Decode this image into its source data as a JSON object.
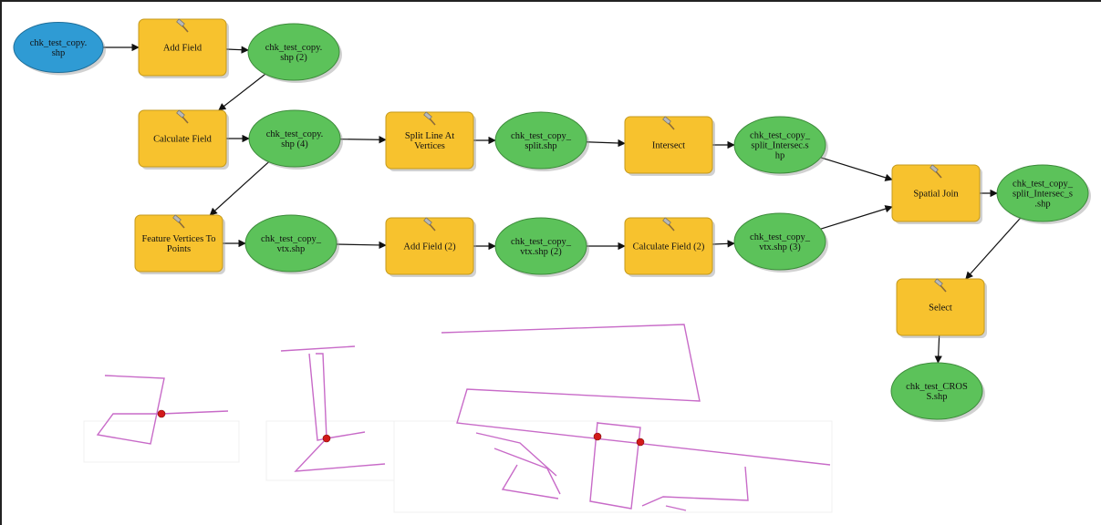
{
  "nodes": [
    {
      "id": "in0",
      "kind": "input",
      "lines": [
        "chk_test_copy.",
        "shp"
      ]
    },
    {
      "id": "t1",
      "kind": "tool",
      "lines": [
        "Add Field"
      ]
    },
    {
      "id": "d1",
      "kind": "data",
      "lines": [
        "chk_test_copy.",
        "shp (2)"
      ]
    },
    {
      "id": "t2",
      "kind": "tool",
      "lines": [
        "Calculate Field"
      ]
    },
    {
      "id": "d2",
      "kind": "data",
      "lines": [
        "chk_test_copy.",
        "shp (4)"
      ]
    },
    {
      "id": "t3",
      "kind": "tool",
      "lines": [
        "Split Line At",
        "Vertices"
      ]
    },
    {
      "id": "d3",
      "kind": "data",
      "lines": [
        "chk_test_copy_",
        "split.shp"
      ]
    },
    {
      "id": "t4",
      "kind": "tool",
      "lines": [
        "Intersect"
      ]
    },
    {
      "id": "d4",
      "kind": "data",
      "lines": [
        "chk_test_copy_",
        "split_Intersec.s",
        "hp"
      ]
    },
    {
      "id": "t5",
      "kind": "tool",
      "lines": [
        "Feature Vertices To",
        "Points"
      ]
    },
    {
      "id": "d5",
      "kind": "data",
      "lines": [
        "chk_test_copy_",
        "vtx.shp"
      ]
    },
    {
      "id": "t6",
      "kind": "tool",
      "lines": [
        "Add Field (2)"
      ]
    },
    {
      "id": "d6",
      "kind": "data",
      "lines": [
        "chk_test_copy_",
        "vtx.shp (2)"
      ]
    },
    {
      "id": "t7",
      "kind": "tool",
      "lines": [
        "Calculate Field (2)"
      ]
    },
    {
      "id": "d7",
      "kind": "data",
      "lines": [
        "chk_test_copy_",
        "vtx.shp (3)"
      ]
    },
    {
      "id": "t8",
      "kind": "tool",
      "lines": [
        "Spatial Join"
      ]
    },
    {
      "id": "d8",
      "kind": "data",
      "lines": [
        "chk_test_copy_",
        "split_Intersec_s",
        ".shp"
      ]
    },
    {
      "id": "t9",
      "kind": "tool",
      "lines": [
        "Select"
      ]
    },
    {
      "id": "d9",
      "kind": "data",
      "lines": [
        "chk_test_CROS",
        "S.shp"
      ]
    }
  ],
  "edges": [
    [
      "in0",
      "t1"
    ],
    [
      "t1",
      "d1"
    ],
    [
      "d1",
      "t2"
    ],
    [
      "t2",
      "d2"
    ],
    [
      "d2",
      "t3"
    ],
    [
      "t3",
      "d3"
    ],
    [
      "d3",
      "t4"
    ],
    [
      "t4",
      "d4"
    ],
    [
      "d2",
      "t5"
    ],
    [
      "t5",
      "d5"
    ],
    [
      "d5",
      "t6"
    ],
    [
      "t6",
      "d6"
    ],
    [
      "d6",
      "t7"
    ],
    [
      "t7",
      "d7"
    ],
    [
      "d4",
      "t8"
    ],
    [
      "d7",
      "t8"
    ],
    [
      "t8",
      "d8"
    ],
    [
      "d8",
      "t9"
    ],
    [
      "t9",
      "d9"
    ]
  ],
  "colors": {
    "tool": "#f7c22e",
    "data": "#5cc25a",
    "input": "#2f9bd4",
    "geometry_line": "#c86bc8",
    "vertex_point": "#d21a1a"
  }
}
